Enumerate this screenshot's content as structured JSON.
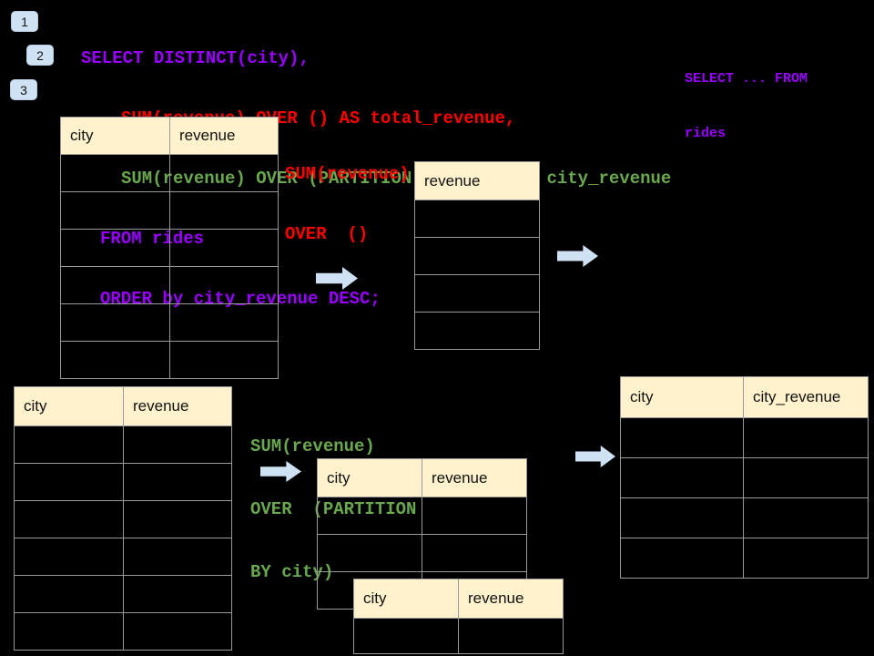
{
  "colors": {
    "purple": "#9900FF",
    "red": "#FF0000",
    "green": "#6AA84F",
    "table_header_bg": "#FFF2CC",
    "table_border": "#999999",
    "arrow_fill": "#CFE2F3",
    "badge_bg": "#CFE2F3",
    "background": "#000000"
  },
  "badges": {
    "step1": "1",
    "step2": "2",
    "step3": "3"
  },
  "sql": {
    "lines": [
      {
        "text": "SELECT DISTINCT(city),",
        "color": "purple"
      },
      {
        "text": "SUM(revenue) OVER () AS total_revenue,",
        "color": "red"
      },
      {
        "text": "SUM(revenue) OVER (PARTITION BY city) as city_revenue",
        "color": "green"
      },
      {
        "text": "FROM rides",
        "color": "purple"
      },
      {
        "text": "ORDER by city_revenue DESC;",
        "color": "purple"
      }
    ]
  },
  "side_note": {
    "line1": "SELECT ... FROM",
    "line2": "rides"
  },
  "annotations": {
    "total_revenue": {
      "line1": "SUM(revenue)",
      "line2": "OVER  ()"
    },
    "city_revenue": {
      "line1": "SUM(revenue)",
      "line2": "OVER  (PARTITION",
      "line3": "BY city)"
    }
  },
  "tables": {
    "source_top": {
      "headers": [
        "city",
        "revenue"
      ],
      "empty_rows": 6
    },
    "total_result": {
      "headers": [
        "revenue"
      ],
      "empty_rows": 4
    },
    "source_bottom": {
      "headers": [
        "city",
        "revenue"
      ],
      "empty_rows": 6
    },
    "partition_front": {
      "headers": [
        "city",
        "revenue"
      ],
      "empty_rows": 3
    },
    "partition_back": {
      "headers": [
        "city",
        "revenue"
      ],
      "empty_rows": 1
    },
    "city_revenue_result": {
      "headers": [
        "city",
        "city_revenue"
      ],
      "empty_rows": 4
    }
  }
}
